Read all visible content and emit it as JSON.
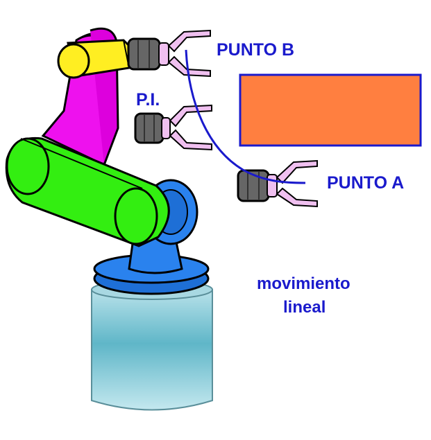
{
  "labels": {
    "punto_b": "PUNTO B",
    "pi": "P.I.",
    "punto_a": "PUNTO A",
    "movimiento": "movimiento",
    "lineal": "lineal"
  },
  "colors": {
    "label_text": "#1a1acc",
    "trajectory": "#1a1acc",
    "workpiece_fill": "#ff7f40",
    "workpiece_border": "#1a1acc",
    "base_column": "#7fc3d0",
    "base_plate": "#1e6fd6",
    "lower_arm": "#33ee11",
    "upper_arm": "#ee11ee",
    "wrist": "#ffee22",
    "gripper_body": "#666666",
    "gripper_fingers": "#f0c0f0"
  },
  "icons": [
    "robot-arm-icon",
    "gripper-icon"
  ]
}
